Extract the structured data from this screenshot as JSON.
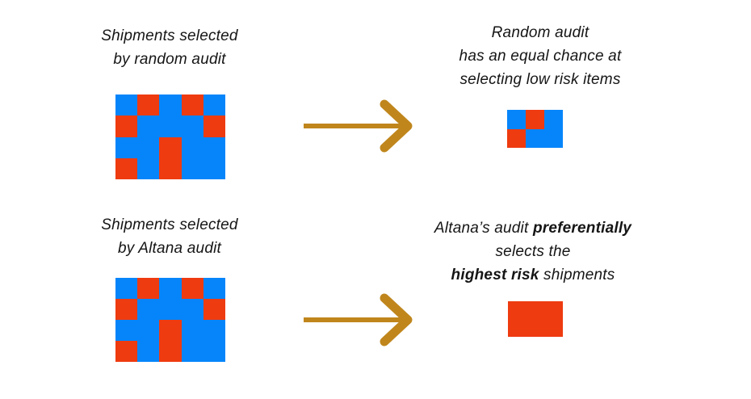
{
  "colors": {
    "background": "#ffffff",
    "low_risk_blue": "#0685fa",
    "high_risk_red": "#ee3b10",
    "arrow_gold": "#c0861c",
    "text": "#151515"
  },
  "top": {
    "left_label": {
      "line1": "Shipments selected",
      "line2": "by random audit"
    },
    "left_grid": {
      "cols": 5,
      "rows": 4,
      "cells": [
        [
          "B",
          "R",
          "B",
          "R",
          "B"
        ],
        [
          "R",
          "B",
          "B",
          "B",
          "R"
        ],
        [
          "B",
          "B",
          "R",
          "B",
          "B"
        ],
        [
          "R",
          "B",
          "R",
          "B",
          "B"
        ]
      ]
    },
    "right_label": {
      "line1": "Random audit",
      "line2": "has an equal chance at",
      "line3": "selecting low risk items"
    },
    "right_grid": {
      "cols": 3,
      "rows": 2,
      "cells": [
        [
          "B",
          "R",
          "B"
        ],
        [
          "R",
          "B",
          "B"
        ]
      ]
    }
  },
  "bottom": {
    "left_label": {
      "line1": "Shipments selected",
      "line2": "by Altana audit"
    },
    "left_grid": {
      "cols": 5,
      "rows": 4,
      "cells": [
        [
          "B",
          "R",
          "B",
          "R",
          "B"
        ],
        [
          "R",
          "B",
          "B",
          "B",
          "R"
        ],
        [
          "B",
          "B",
          "R",
          "B",
          "B"
        ],
        [
          "R",
          "B",
          "R",
          "B",
          "B"
        ]
      ]
    },
    "right_label": {
      "line1_normal": "Altana’s audit ",
      "line1_bold": "preferentially",
      "line2": "selects the",
      "line3_bold": "highest risk",
      "line3_normal": " shipments"
    }
  }
}
